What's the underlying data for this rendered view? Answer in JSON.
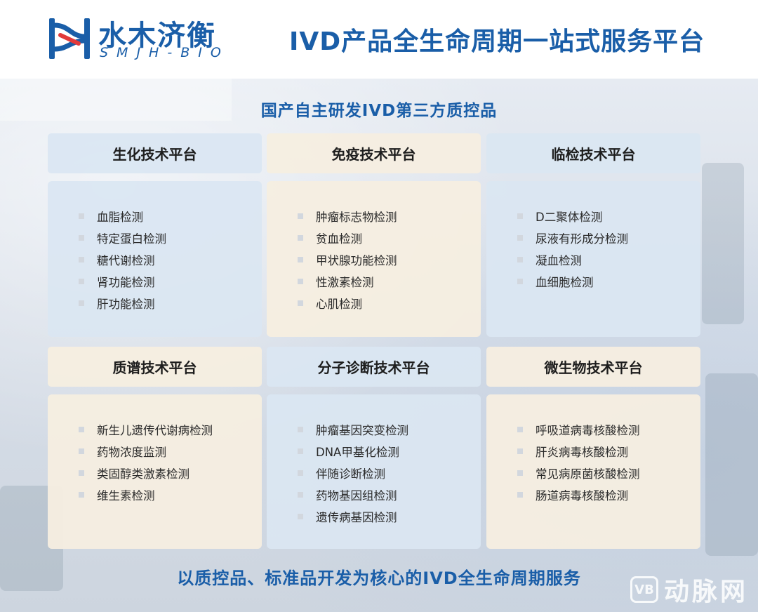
{
  "header": {
    "logo_cn": "水木济衡",
    "logo_en": "SMJH-BIO",
    "title": "IVD产品全生命周期一站式服务平台"
  },
  "subtitle": "国产自主研发IVD第三方质控品",
  "platforms": [
    {
      "title": "生化技术平台",
      "items": [
        "血脂检测",
        "特定蛋白检测",
        "糖代谢检测",
        "肾功能检测",
        "肝功能检测"
      ]
    },
    {
      "title": "免疫技术平台",
      "items": [
        "肿瘤标志物检测",
        "贫血检测",
        "甲状腺功能检测",
        "性激素检测",
        "心肌检测"
      ]
    },
    {
      "title": "临检技术平台",
      "items": [
        "D二聚体检测",
        "尿液有形成分检测",
        "凝血检测",
        "血细胞检测"
      ]
    },
    {
      "title": "质谱技术平台",
      "items": [
        "新生儿遗传代谢病检测",
        "药物浓度监测",
        "类固醇类激素检测",
        "维生素检测"
      ]
    },
    {
      "title": "分子诊断技术平台",
      "items": [
        "肿瘤基因突变检测",
        "DNA甲基化检测",
        "伴随诊断检测",
        "药物基因组检测",
        "遗传病基因检测"
      ]
    },
    {
      "title": "微生物技术平台",
      "items": [
        "呼吸道病毒核酸检测",
        "肝炎病毒核酸检测",
        "常见病原菌核酸检测",
        "肠道病毒核酸检测"
      ]
    }
  ],
  "footer_tagline": "以质控品、标准品开发为核心的IVD全生命周期服务",
  "watermark": {
    "badge": "VB",
    "text": "动脉网"
  },
  "colors": {
    "brand_blue": "#1a5ea8",
    "card_blue": "#dae6f2",
    "card_beige": "#f6eee0"
  }
}
